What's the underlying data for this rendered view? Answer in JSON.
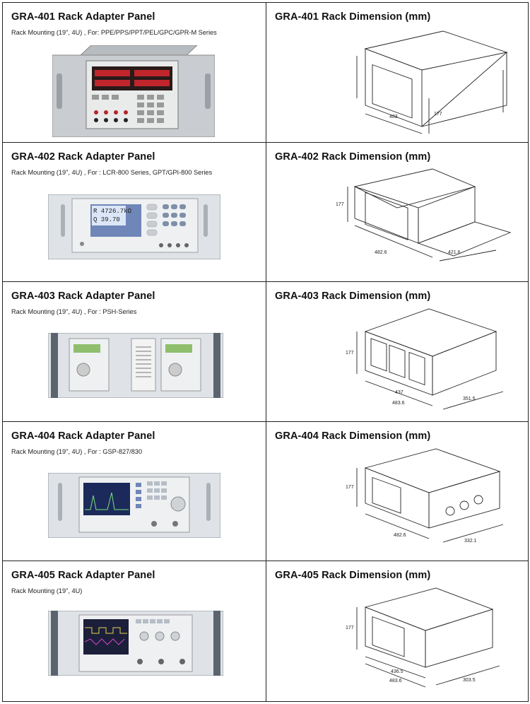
{
  "panels": [
    {
      "model": "GRA-401",
      "panel_title": "GRA-401 Rack Adapter Panel",
      "mounting": "Rack Mounting (19\", 4U) , For: PPE/PPS/PPT/PEL/GPC/GPR-M Series",
      "dimension_title": "GRA-401 Rack Dimension (mm)",
      "dims": {
        "a": "483",
        "b": "177"
      }
    },
    {
      "model": "GRA-402",
      "panel_title": "GRA-402 Rack Adapter Panel",
      "mounting": "Rack Mounting (19\", 4U) , For : LCR-800 Series, GPT/GPI-800 Series",
      "dimension_title": "GRA-402 Rack Dimension (mm)",
      "display_line1": "R 4726.7kΩ",
      "display_line2": "Q 39.70",
      "dims": {
        "a": "177",
        "b": "482.6",
        "c": "421.6"
      }
    },
    {
      "model": "GRA-403",
      "panel_title": "GRA-403 Rack Adapter Panel",
      "mounting": "Rack Mounting (19\",  4U) , For : PSH-Series",
      "dimension_title": "GRA-403 Rack Dimension (mm)",
      "dims": {
        "a": "177",
        "b": "437",
        "c": "483.6",
        "d": "351.5"
      }
    },
    {
      "model": "GRA-404",
      "panel_title": "GRA-404 Rack Adapter Panel",
      "mounting": "Rack Mounting (19\", 4U) , For : GSP-827/830",
      "dimension_title": "GRA-404 Rack Dimension (mm)",
      "dims": {
        "a": "177",
        "b": "482.6",
        "c": "332.1"
      }
    },
    {
      "model": "GRA-405",
      "panel_title": "GRA-405 Rack Adapter Panel",
      "mounting": "Rack Mounting (19\", 4U)",
      "dimension_title": "GRA-405 Rack Dimension (mm)",
      "dims": {
        "a": "177",
        "b": "436.5",
        "c": "483.6",
        "d": "303.5"
      }
    }
  ]
}
